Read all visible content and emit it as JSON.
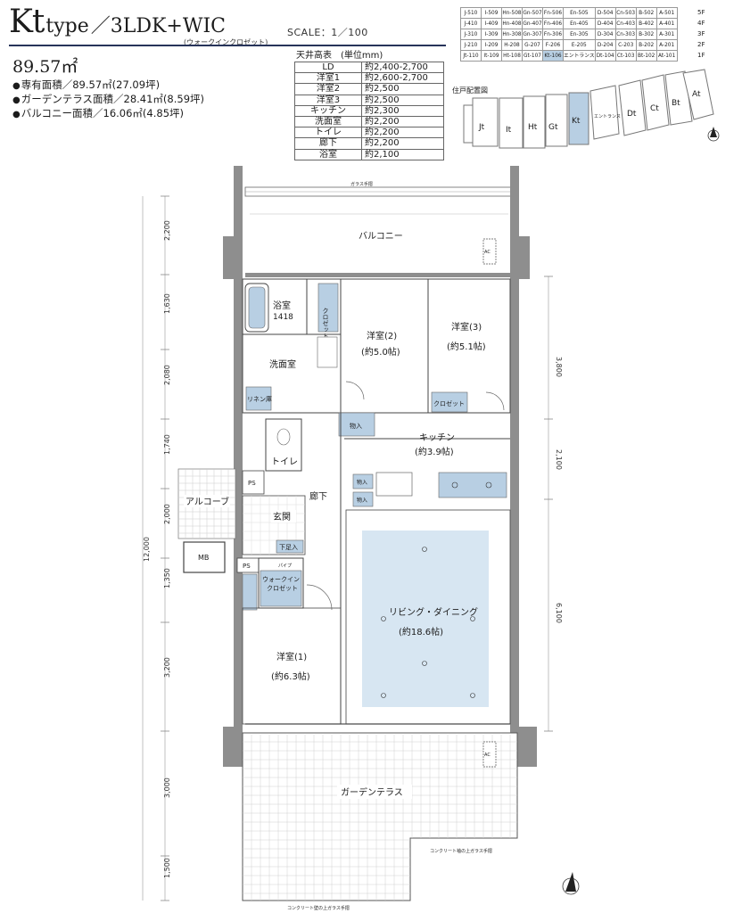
{
  "header": {
    "type_code": "Kt",
    "type_word": "type",
    "layout": "／3LDK+WIC",
    "layout_sub": "(ウォークインクロゼット)",
    "scale": "SCALE：1／100"
  },
  "areas": {
    "total": "89.57㎡",
    "items": [
      "専有面積／89.57㎡(27.09坪)",
      "ガーデンテラス面積／28.41㎡(8.59坪)",
      "バルコニー面積／16.06㎡(4.85坪)"
    ]
  },
  "ceiling": {
    "caption": "天井高表　(単位mm)",
    "rows": [
      {
        "room": "LD",
        "height": "約2,400-2,700"
      },
      {
        "room": "洋室1",
        "height": "約2,600-2,700"
      },
      {
        "room": "洋室2",
        "height": "約2,500"
      },
      {
        "room": "洋室3",
        "height": "約2,500"
      },
      {
        "room": "キッチン",
        "height": "約2,300"
      },
      {
        "room": "洗面室",
        "height": "約2,200"
      },
      {
        "room": "トイレ",
        "height": "約2,200"
      },
      {
        "room": "廊下",
        "height": "約2,200"
      },
      {
        "room": "浴室",
        "height": "約2,100"
      }
    ]
  },
  "units": {
    "rows": [
      {
        "floor": "5F",
        "cells": [
          "J-510",
          "I-509",
          "Hn-508",
          "Gn-507",
          "Fn-506",
          "En-505",
          "D-504",
          "Cn-503",
          "B-502",
          "A-501"
        ]
      },
      {
        "floor": "4F",
        "cells": [
          "J-410",
          "I-409",
          "Hn-408",
          "Gn-407",
          "Fn-406",
          "En-405",
          "D-404",
          "Cn-403",
          "B-402",
          "A-401"
        ]
      },
      {
        "floor": "3F",
        "cells": [
          "J-310",
          "I-309",
          "Hn-308",
          "Gn-307",
          "Fn-306",
          "En-305",
          "D-304",
          "Cn-303",
          "B-302",
          "A-301"
        ]
      },
      {
        "floor": "2F",
        "cells": [
          "J-210",
          "I-209",
          "H-208",
          "G-207",
          "F-206",
          "E-205",
          "D-204",
          "C-203",
          "B-202",
          "A-201"
        ]
      },
      {
        "floor": "1F",
        "cells": [
          "Jt-110",
          "It-109",
          "Ht-108",
          "Gt-107",
          "Kt-106",
          "エントランス",
          "Dt-104",
          "Ct-103",
          "Bt-102",
          "At-101"
        ]
      }
    ],
    "highlight": "Kt-106"
  },
  "site": {
    "label": "住戸配置図",
    "blocks": [
      "Jt",
      "It",
      "Ht",
      "Gt",
      "Kt",
      "エントランス",
      "Dt",
      "Ct",
      "Bt",
      "At"
    ]
  },
  "rooms": {
    "balcony": "バルコニー",
    "bath": "浴室",
    "bath_size": "1418",
    "closet1": "クロゼット",
    "western2": "洋室(2)",
    "western2_size": "(約5.0帖)",
    "western3": "洋室(3)",
    "western3_size": "(約5.1帖)",
    "washroom": "洗面室",
    "linen": "リネン庫",
    "closet2": "クロゼット",
    "storage": "物入",
    "kitchen": "キッチン",
    "kitchen_size": "(約3.9帖)",
    "toilet": "トイレ",
    "corridor": "廊下",
    "ps": "PS",
    "alcove": "アルコーブ",
    "entrance": "玄関",
    "shoebox": "下足入",
    "mb": "MB",
    "wic": "ウォークイン\nクロゼット",
    "pipe": "パイプ",
    "living": "リビング・ダイニング",
    "living_size": "(約18.6帖)",
    "western1": "洋室(1)",
    "western1_size": "(約6.3帖)",
    "garden": "ガーデンテラス",
    "ac": "AC",
    "glass_rail": "ガラス手摺",
    "concrete_rail": "コンクリート袖の上ガラス手摺",
    "concrete_rail2": "コンクリート壁の上ガラス手摺"
  },
  "dimensions_left": [
    "2,200",
    "1,630",
    "2,080",
    "1,740",
    "2,000",
    "1,350",
    "3,200",
    "12,000",
    "3,000",
    "1,500"
  ],
  "dimensions_right": [
    "3,800",
    "2,100",
    "6,100"
  ],
  "colors": {
    "wall": "#8e8e8e",
    "fixture": "#b8cfe3",
    "living_floor": "#d7e6f2",
    "rule": "#27345a"
  }
}
